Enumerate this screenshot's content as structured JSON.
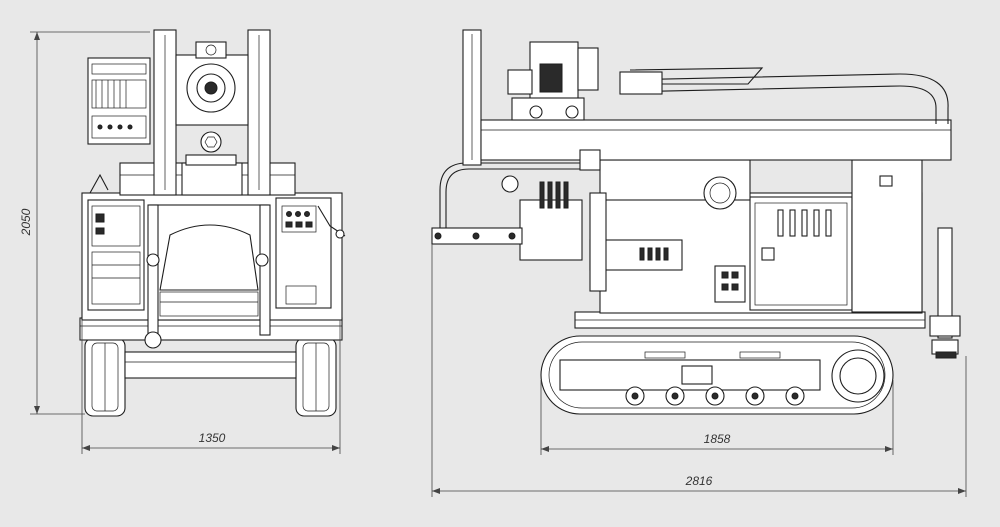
{
  "dimensions": {
    "front_height": "2050",
    "front_width": "1350",
    "track_length": "1858",
    "overall_length": "2816"
  }
}
